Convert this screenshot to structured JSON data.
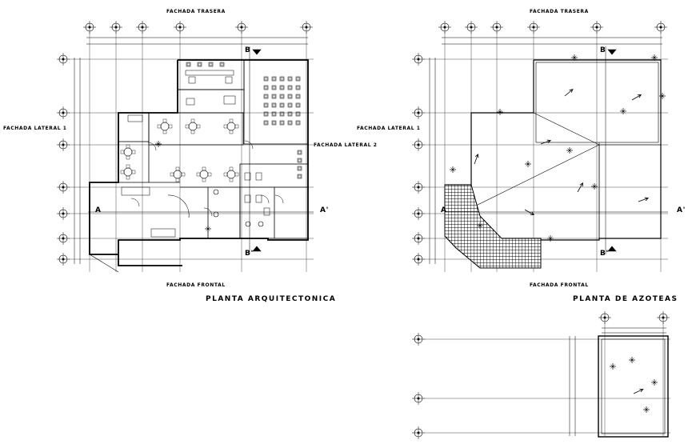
{
  "plan_architectural": {
    "title": "PLANTA ARQUITECTONICA",
    "facade_rear": "FACHADA TRASERA",
    "facade_front": "FACHADA FRONTAL",
    "facade_lateral_1": "FACHADA LATERAL 1",
    "facade_lateral_2": "FACHADA LATERAL 2",
    "section_a": "A",
    "section_a_prime": "A'",
    "section_b": "B",
    "section_b_prime": "B'"
  },
  "plan_roof": {
    "title": "PLANTA DE AZOTEAS",
    "facade_rear": "FACHADA TRASERA",
    "facade_front": "FACHADA FRONTAL",
    "facade_lateral_1": "FACHADA LATERAL 1",
    "section_a": "A",
    "section_a_prime": "A'",
    "section_b": "B",
    "section_b_prime": "B'"
  },
  "colors": {
    "line": "#000000",
    "background": "#ffffff"
  }
}
